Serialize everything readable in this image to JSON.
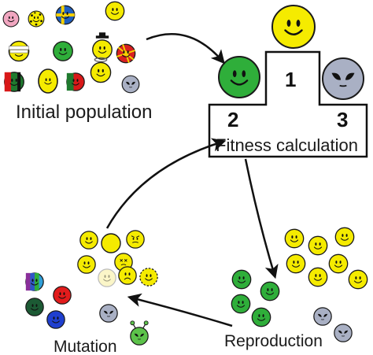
{
  "diagram": {
    "stages": {
      "initial_population": "Initial population",
      "fitness_calculation": "Fitness calculation",
      "reproduction": "Reproduction",
      "mutation": "Mutation"
    },
    "podium": {
      "first": "1",
      "second": "2",
      "third": "3"
    }
  },
  "colors": {
    "yellow": "#f5eb00",
    "green": "#2fae3a",
    "light_green": "#5cc24a",
    "alien_gray": "#a9b0c4",
    "red": "#e21c1c",
    "blue": "#1f3fcf",
    "dark_green": "#1c5a34",
    "pink": "#f1a6c0",
    "outline": "#1a1a1a"
  },
  "icons": [
    "smiley-icon",
    "alien-icon",
    "crowned-smiley-icon",
    "halo-smiley-icon",
    "flag-smiley-icon",
    "bandaged-smiley-icon",
    "angry-smiley-icon",
    "sad-smiley-icon",
    "dizzy-smiley-icon",
    "arrow-icon"
  ]
}
